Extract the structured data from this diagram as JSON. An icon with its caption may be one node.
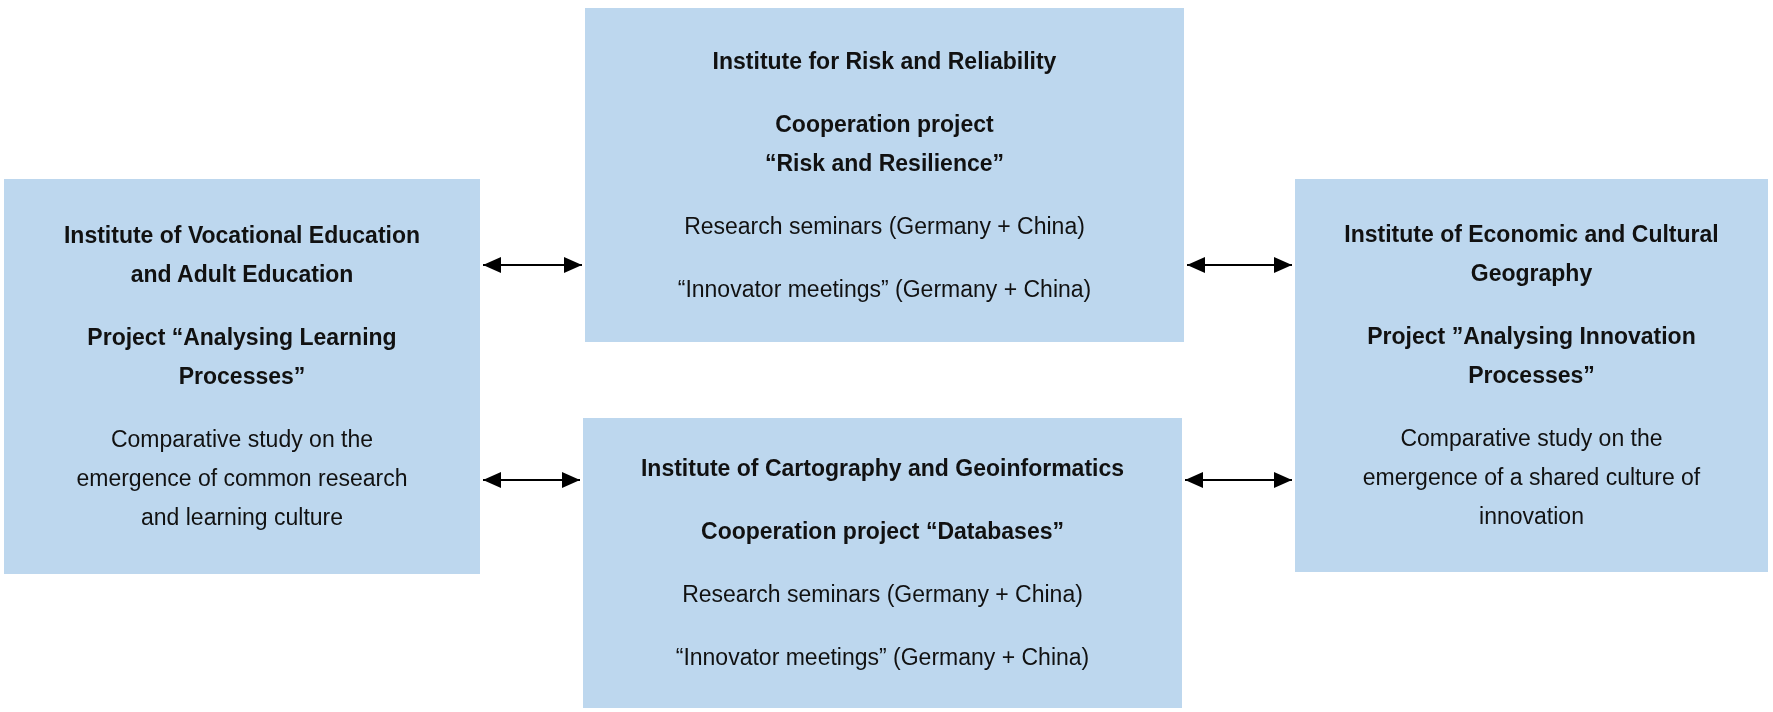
{
  "diagram": {
    "nodes": [
      {
        "text": [
          "Institute of Vocational Education and Adult Education",
          "Project “Analysing Learning Processes”",
          "Comparative study on the emergence of common research and learning culture"
        ]
      },
      {
        "text": [
          "Institute for Risk and Reliability",
          "Cooperation project “Risk and Resilience”",
          "Research seminars (Germany + China)",
          "“Innovator meetings” (Germany + China)"
        ]
      },
      {
        "text": [
          "Institute of Cartography and Geoinformatics",
          "Cooperation project “Databases”",
          "Research seminars (Germany + China)",
          "“Innovator meetings” (Germany + China)"
        ]
      },
      {
        "text": [
          "Institute of Economic and Cultural Geography",
          "Project ”Analysing Innovation Processes”",
          "Comparative study on the emergence of a shared culture of innovation"
        ]
      }
    ],
    "edges": [
      {
        "from": 0,
        "to": 1,
        "arrow": "both"
      },
      {
        "from": 0,
        "to": 2,
        "arrow": "both"
      },
      {
        "from": 1,
        "to": 3,
        "arrow": "both"
      },
      {
        "from": 2,
        "to": 3,
        "arrow": "both"
      }
    ]
  }
}
